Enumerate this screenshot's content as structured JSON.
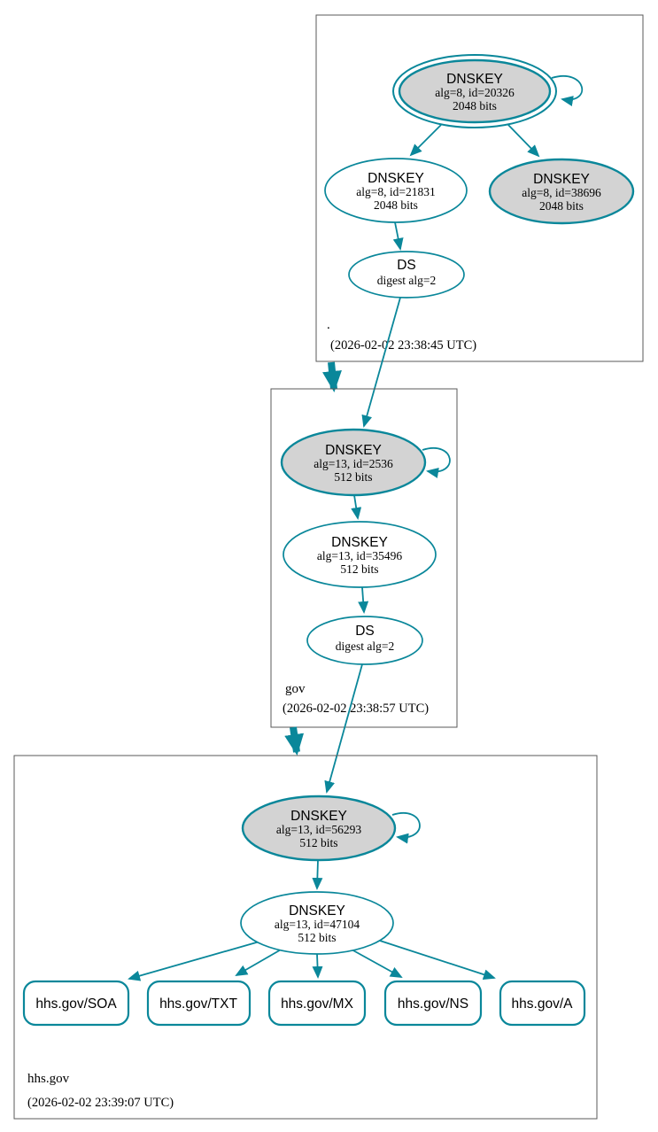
{
  "colors": {
    "edge_secure": "#0a879a",
    "ksk_fill": "#d3d3d3",
    "node_fill": "#ffffff",
    "zone_border": "#5a5a5a",
    "text": "#000000"
  },
  "zones": [
    {
      "name": ".",
      "timestamp": "(2026-02-02 23:38:45 UTC)",
      "nodes": [
        {
          "type": "DNSKEY",
          "detail": "alg=8, id=20326",
          "size": "2048 bits",
          "sep": true,
          "self_signed": true
        },
        {
          "type": "DNSKEY",
          "detail": "alg=8, id=21831",
          "size": "2048 bits"
        },
        {
          "type": "DNSKEY",
          "detail": "alg=8, id=38696",
          "size": "2048 bits"
        },
        {
          "type": "DS",
          "detail": "digest alg=2"
        }
      ]
    },
    {
      "name": "gov",
      "timestamp": "(2026-02-02 23:38:57 UTC)",
      "nodes": [
        {
          "type": "DNSKEY",
          "detail": "alg=13, id=2536",
          "size": "512 bits",
          "self_signed": true
        },
        {
          "type": "DNSKEY",
          "detail": "alg=13, id=35496",
          "size": "512 bits"
        },
        {
          "type": "DS",
          "detail": "digest alg=2"
        }
      ]
    },
    {
      "name": "hhs.gov",
      "timestamp": "(2026-02-02 23:39:07 UTC)",
      "nodes": [
        {
          "type": "DNSKEY",
          "detail": "alg=13, id=56293",
          "size": "512 bits",
          "self_signed": true
        },
        {
          "type": "DNSKEY",
          "detail": "alg=13, id=47104",
          "size": "512 bits"
        }
      ],
      "rrsets": [
        "hhs.gov/SOA",
        "hhs.gov/TXT",
        "hhs.gov/MX",
        "hhs.gov/NS",
        "hhs.gov/A"
      ]
    }
  ]
}
